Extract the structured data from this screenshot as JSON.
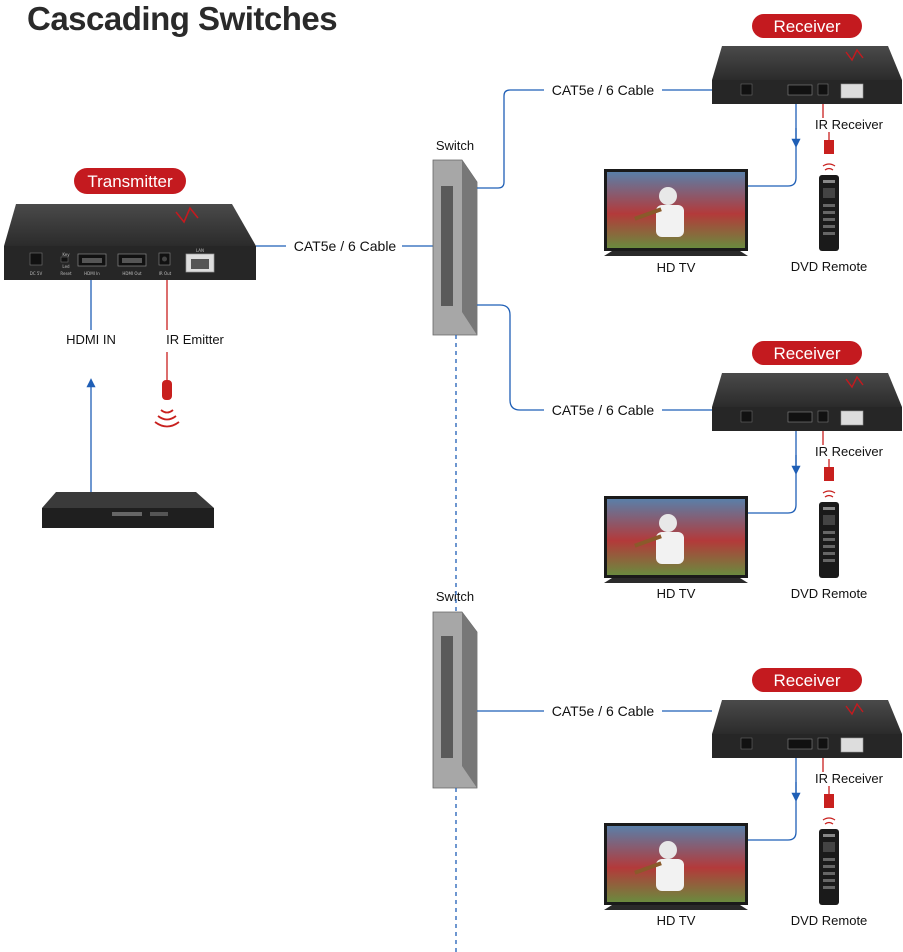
{
  "title": "Cascading Switches",
  "transmitter": {
    "badge": "Transmitter",
    "ports": [
      "DC 5V",
      "Key",
      "Led",
      "Reset",
      "HDMI In",
      "HDMI Out",
      "IR Out",
      "LAN"
    ],
    "hdmi_label": "HDMI IN",
    "ir_label": "IR Emitter",
    "cable_label": "CAT5e / 6 Cable"
  },
  "switches": [
    {
      "label": "Switch"
    },
    {
      "label": "Switch"
    }
  ],
  "receivers": [
    {
      "badge": "Receiver",
      "cable_label": "CAT5e / 6 Cable",
      "ir_label": "IR Receiver",
      "tv_label": "HD TV",
      "remote_label": "DVD Remote"
    },
    {
      "badge": "Receiver",
      "cable_label": "CAT5e / 6 Cable",
      "ir_label": "IR Receiver",
      "tv_label": "HD TV",
      "remote_label": "DVD Remote"
    },
    {
      "badge": "Receiver",
      "cable_label": "CAT5e / 6 Cable",
      "ir_label": "IR Receiver",
      "tv_label": "HD TV",
      "remote_label": "DVD Remote"
    }
  ],
  "colors": {
    "cable_blue": "#1f5fb6",
    "ir_red": "#c8201e",
    "badge_red": "#c41a1f",
    "device_dark": "#2e2e2e",
    "switch_gray": "#8a8a8a"
  }
}
